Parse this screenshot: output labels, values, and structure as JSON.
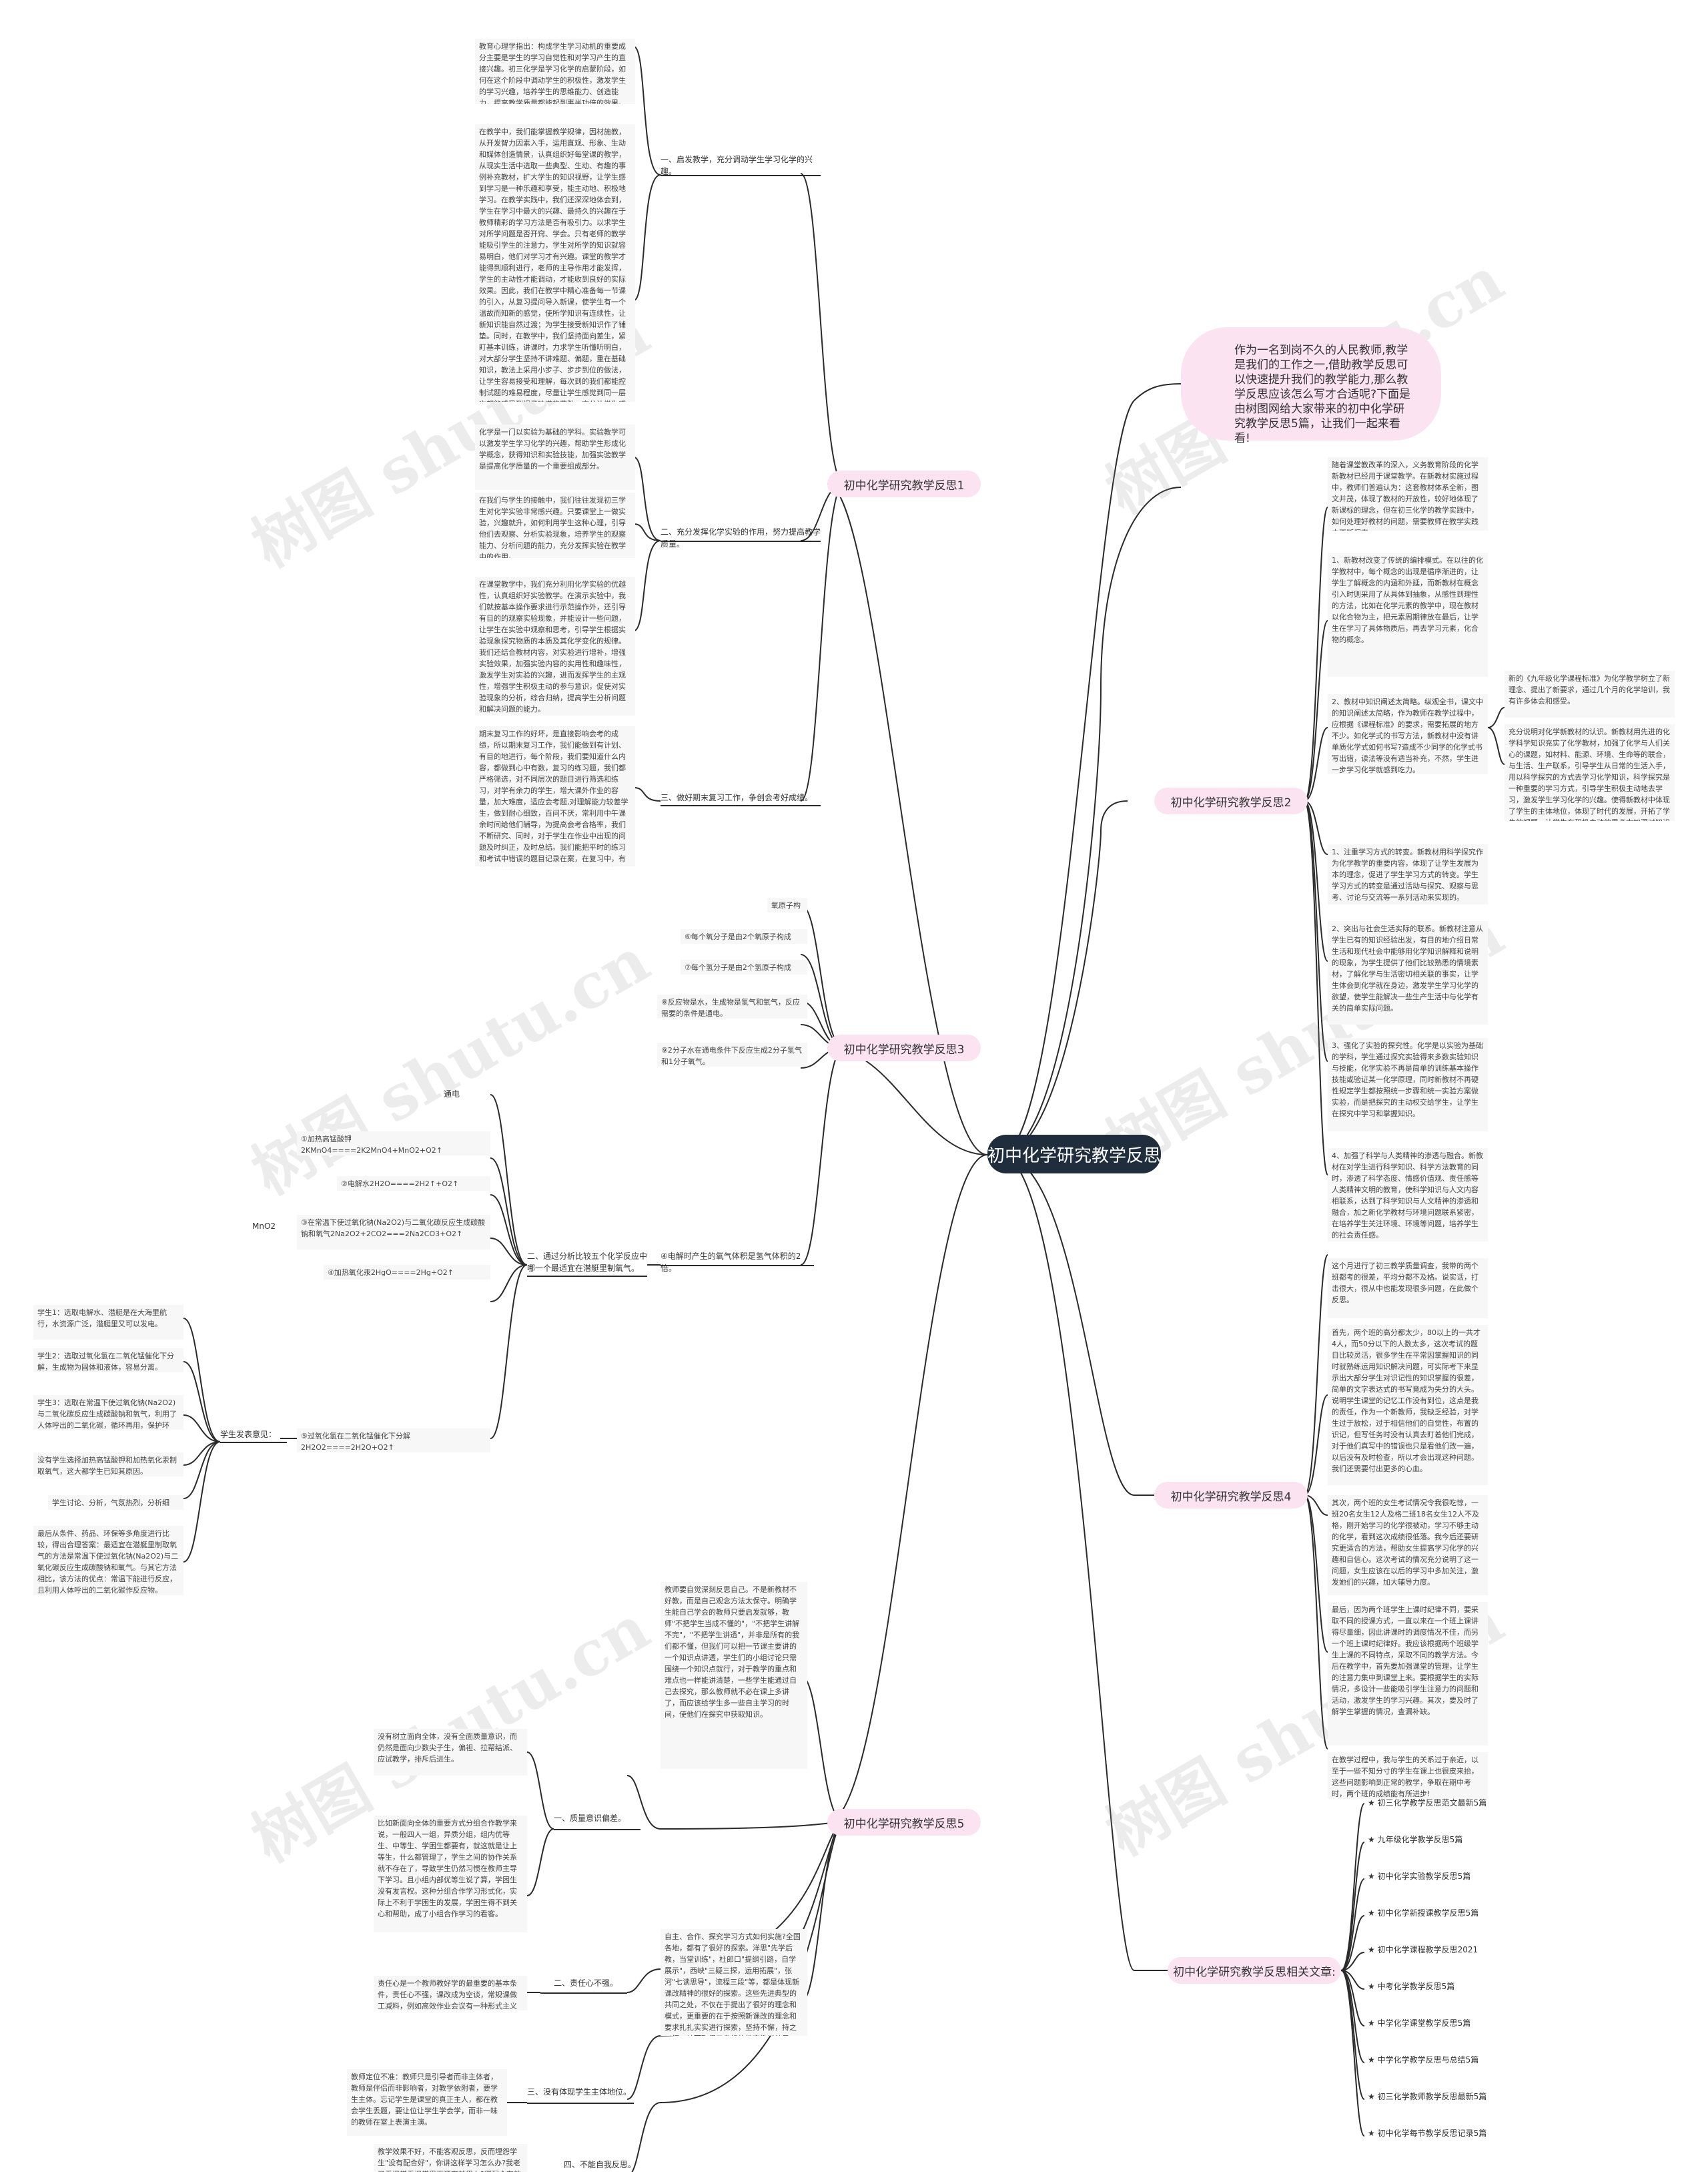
{
  "watermark": "树图 shutu.cn",
  "root": "初中化学研究教学反思",
  "intro": "作为一名到岗不久的人民教师,教学是我们的工作之一,借助教学反思可以快速提升我们的教学能力,那么教学反思应该怎么写才合适呢?下面是由树图网给大家带来的初中化学研究教学反思5篇，让我们一起来看看!",
  "branches": {
    "b1": "初中化学研究教学反思1",
    "b2": "初中化学研究教学反思2",
    "b3": "初中化学研究教学反思3",
    "b4": "初中化学研究教学反思4",
    "b5": "初中化学研究教学反思5",
    "b6": "初中化学研究教学反思相关文章:"
  },
  "r1": {
    "s1_label": "一、启发教学，充分调动学生学习化学的兴趣。",
    "s1_n1": "教育心理学指出：构成学生学习动机的重要成分主要是学生的学习自觉性和对学习产生的直接兴趣。初三化学是学习化学的启蒙阶段，如何在这个阶段中调动学生的积极性，激发学生的学习兴趣，培养学生的思维能力、创造能力，提高教学质量都能起到事半功倍的效果。",
    "s1_n2": "在教学中，我们能掌握教学规律，因材施教，从开发智力因素入手，运用直观、形象、生动和媒体创造情景，认真组织好每堂课的教学，从现实生活中选取一些典型、生动、有趣的事例补充教材，扩大学生的知识视野，让学生感到学习是一种乐趣和享受，能主动地、积极地学习。在教学实践中，我们还深深地体会到，学生在学习中最大的兴趣、最持久的兴趣在于教师精彩的学习方法是否有吸引力。以求学生对所学问题是否开窍、学会。只有老师的教学能吸引学生的注意力，学生对所学的知识就容易明白，他们对学习才有兴趣。课堂的教学才能得到顺利进行，老师的主导作用才能发挥，学生的主动性才能调动，才能收到良好的实际效果。因此，我们在教学中精心准备每一节课的引入，从复习提问导入新课，使学生有一个温故而知新的感觉，使所学知识有连续性，让新知识能自然过渡；为学生接受新知识作了铺垫。同时，在教学中，我们坚持面向差生，紧盯基本训练，讲课时，力求学生听懂听明白，对大部分学生坚持不讲难题、偏题，重在基础知识，教法上采用小步子、步步到位的做法，让学生容易接受和理解，每次到的我们都能控制试题的难易程度，尽量让学生感觉到同一层次都能感受到探子味道的获胜，充分让学生感到学好化学并不是高不可攀的事情，只要肯努力，一定能学好化学。",
    "s2_label": "二、充分发挥化学实验的作用，努力提高教学质量。",
    "s2_n1": "化学是一门以实验为基础的学科。实验教学可以激发学生学习化学的兴趣，帮助学生形成化学概念，获得知识和实验技能，加强实验教学是提高化学质量的一个重要组成部分。",
    "s2_n2": "在我们与学生的接触中，我们往往发现初三学生对化学实验非常感兴趣。只要课堂上一做实验，兴趣就升，如何利用学生这种心理，引导他们去观察、分析实验现象，培养学生的观察能力、分析问题的能力，充分发挥实验在教学中的作用。",
    "s2_n3": "在课堂教学中，我们充分利用化学实验的优越性，认真组织好实验教学。在演示实验中，我们就按基本操作要求进行示范操作外，还引导有目的的观察实验现象，并能设计一些问题，让学生在实验中观察和思考，引导学生根据实验现象探究物质的本质及其化学变化的规律。我们还结合教材内容，对实验进行增补，增强实验效果，加强实验内容的实用性和趣味性，激发学生对实验的兴趣，进而发挥学生的主观性，增强学生积极主动的参与意识，促使对实验现象的分析，综合归纳，提高学生分析问题和解决问题的能力。",
    "s3_label": "三、做好期末复习工作，争创会考好成绩。",
    "s3_n1": "期末复习工作的好坏，是直接影响会考的成绩，所以期末复习工作，我们能做到有计划、有目的地进行，每个阶段，我们要知道什么内容，都做到心中有数，复习的练习题，我们都严格筛选，对不同层次的题目进行筛选和练习，对学有余力的学生，增大课外作业的容量，加大难度，适应会考题,对理解能力较差学生，做到耐心细致，百问不厌，常利用中午课余时间给他们辅导，为提高会考合格率，我们不断研究、同时，对于学生在作业中出现的问题及时纠正，及时总结。我们能把平时的练习和考试中错误的题目记录在案，在复习中，有针对性地进行讲评，使学生对化学知识掌握，做好每次的测验工作，从反馈回来的情况，及时了解学生对知识掌握的情况，做好辅导和改进的措施工作，为全面提高会考成绩而不断地努力。"
  },
  "r2": {
    "n1": "随着课堂教改革的深入，义务教育阶段的化学新教材已经用于课堂教学。在新教材实施过程中，教师们普遍认为：这套教材体系全新，图文并茂，体现了教材的开放性，较好地体现了新课标的理念，但在初三化学的教学实践中，如何处理好教材的问题，需要教师在教学实践中不断探索。",
    "n2": "1、新教材改变了传统的编排模式。在以往的化学教材中，每个概念的出现是循序渐进的，让学生了解概念的内涵和外延，而新教材在概念引入时则采用了从具体到抽象，从感性到理性的方法，比如在化学元素的教学中，现在教材以化合物为主，把元素周期律放在最后，让学生在学习了具体物质后，再去学习元素，化合物的概念。",
    "n3": "2、教材中知识阐述太简略。纵观全书，课文中的知识阐述太简略，作为教师在教学过程中，应根据《课程标准》的要求，需要拓展的地方不少。如化学式的书写方法，新教材中没有讲单质化学式如何书写?造成不少同学的化学式书写出错，读法等没有适当补充，不然，学生进一步学习化学就感到吃力。",
    "n3a": "新的《九年级化学课程标准》为化学教学树立了新理念、提出了新要求，通过几个月的化学培训，我有许多体会和感受。",
    "n3b": "充分说明对化学新教材的认识。新教材用先进的化学科学知识充实了化学教材，加强了化学与人们关心的课题，如材料、能源、环境、生命等的联合，与生活、生产联系，引导学生从日常的生活入手，用以科学探究的方式去学习化学知识，科学探究是一种重要的学习方式，引导学生积极主动地去学习，激发学生学习化学的兴趣。使得新教材中体现了学生的主体地位，体现了时代的发展，开拓了学生的视野，让学生在积极主动的思考中加深对知识的掌握。让学生能灵活地应用所学知识解决实际问题，培养学生的创新精神和实践能力。",
    "n4": "1、注重学习方式的转变。新教材用科学探究作为化学教学的重要内容，体现了让学生发展为本的理念，促进了学生学习方式的转变。学生学习方式的转变是通过活动与探究、观察与思考、讨论与交流等一系列活动来实现的。",
    "n5": "2、突出与社会生活实际的联系。新教材注意从学生已有的知识经验出发，有目的地介绍日常生活和现代社会中能够用化学知识解释和说明的现象，为学生提供了他们比较熟悉的情境素材，了解化学与生活密切相关联的事实，让学生体会到化学就在身边，激发学生学习化学的欲望，使学生能解决一些生产生活中与化学有关的简单实际问题。",
    "n6": "3、强化了实验的探究性。化学是以实验为基础的学科，学生通过探究实验得来多数实验知识与技能，化学实验不再是简单的训练基本操作技能或验证某一化学原理，同时新教材不再硬性规定学生都按照统一步骤和统一实验方案做实验，而是把探究的主动权交给学生，让学生在探究中学习和掌握知识。",
    "n7": "4、加强了科学与人类精神的渗透与融合。新教材在对学生进行科学知识、科学方法教育的同时，渗透了科学态度、情感价值观、责任感等人类精神文明的教育，使科学知识与人文内容相联系，达到了科学知识与人文精神的渗透和融合，加之新化学教材与环境问题联系紧密，在培养学生关注环境、环境等问题，培养学生的社会责任感。"
  },
  "r3": {
    "n_top": "氧原子构成。",
    "n1": "⑥每个氧分子是由2个氧原子构成的。",
    "n2": "⑦每个氢分子是由2个氢原子构成的。",
    "n3": "⑧反应物是水，生成物是氢气和氧气，反应需要的条件是通电。",
    "n4": "⑨2分子水在通电条件下反应生成2分子氢气和1分子氧气。",
    "s2_label": "二、通过分析比较五个化学反应中哪一个最适宜在潜艇里制氧气。",
    "s2_c1": "④电解时产生的氧气体积是氢气体积的2倍。",
    "opt_top": "通电",
    "opt1": "①加热高锰酸钾2KMnO4====2K2MnO4+MnO2+O2↑",
    "opt2": "②电解水2H2O====2H2↑+O2↑",
    "opt3": "③在常温下使过氧化钠(Na2O2)与二氧化碳反应生成碳酸钠和氧气2Na2O2+2CO2===2Na2CO3+O2↑",
    "opt4": "④加热氧化汞2HgO====2Hg+O2↑",
    "mno2": "MnO2",
    "opt5": "⑤过氧化氢在二氧化锰催化下分解2H2O2====2H2O+O2↑",
    "student": "学生发表意见：",
    "st1": "学生1：选取电解水、潜艇是在大海里航行，水资源广泛，潜艇里又可以发电。",
    "st2": "学生2：选取过氧化氢在二氧化锰催化下分解，生成物为固体和液体，容易分离。",
    "st3": "学生3：选取在常温下使过氧化钠(Na2O2)与二氧化碳反应生成碳酸钠和氧气，利用了人体呼出的二氧化碳，循环再用，保护环境。",
    "st4": "没有学生选择加热高锰酸钾和加热氧化汞制取氧气，这大都学生已知其原因。",
    "st5": "学生讨论、分析，气氛热烈，分析细致。",
    "st6": "最后从条件、药品、环保等多角度进行比较，得出合理答案：最适宜在潜艇里制取氧气的方法是常温下使过氧化钠(Na2O2)与二氧化碳反应生成碳酸钠和氧气。与其它方法相比，该方法的优点：常温下能进行反应，且利用人体呼出的二氧化碳作反应物。"
  },
  "r4": {
    "n1": "这个月进行了初三教学质量调查，我带的两个班都考的很差，平均分都不及格。说实话，打击很大，很从中也能发现很多问题，在此做个反思。",
    "n2": "首先，两个班的高分都太少，80以上的一共才4人，而50分以下的人数太多，这次考试的题目比较灵活，很多学生在平常因掌握知识的同时就熟练运用知识解决问题，可实际考下来显示出大部分学生对识记性的知识掌握的很差，简单的文字表达式的书写竟成为失分的大头。说明学生课堂的记忆工作没有到位，这点是我的责任，作为一个新教师，我缺乏经验，对学生过于放松，过于相信他们的自觉性，布置的识记，但写任务时没有认真去盯着他们完成，对于他们真写中的错误也只是看他们改一遍，以后没有及时检查，所以才会出现这种问题。我们还需要付出更多的心血。",
    "n3": "其次，两个班的女生考试情况令我很吃惊，一班20名女生12人及格二班18名女生12人不及格，刚开始学习的化学很被动，学习不够主动的化学，看到这次成绩很低落。我今后还要研究更适合的方法，帮助女生提高学习化学的兴趣和自信心。这次考试的情况充分说明了这一问题，女生应该在以后的学习中多加关注，激发她们的兴趣，加大辅导力度。",
    "n4": "最后，因为两个班学生上课时纪律不同，要采取不同的授课方式，一直以来在一个班上课讲得尽量细，因此讲课时的调度情况不佳，而另一个班上课时纪律好。我应该根据两个班级学生上课的不同特点，采取不同的教学方法。今后在教学中，首先要加强课堂的管理，让学生的注意力集中到课堂上来。要根据学生的实际情况，多设计一些能吸引学生注意力的问题和活动，激发学生的学习兴趣。其次，要及时了解学生掌握的情况，查漏补缺。",
    "n5": "在教学过程中，我与学生的关系过于亲近，以至于一些不知分寸的学生在课上也很皮来抬，这些问题影响到正常的教学，争取在期中考时，两个班的成绩能有所进步!"
  },
  "r5": {
    "n_intro": "教师要自觉深刻反思自己。不是新教材不好教，而是自己观念方法太保守。明确学生能自己学会的教师只要启发就够，教师\"不把学生当成不懂的\"，\"不把学生讲解不完\"，\"不把学生讲透\"，并非是所有的我们都不懂，但我们可以把一节课主要讲的一个知识点讲透，学生们的小组讨论只需围绕一个知识点就行，对于教学的重点和难点也一样能讲清楚，一些学生能通过自己去探究，那么教师就不必在课上多讲了，而应该给学生多一些自主学习的时间，使他们在探究中获取知识。",
    "s1_label": "一、质量意识偏差。",
    "s1_n1": "没有树立面向全体，没有全面质量意识，而仍然是面向少数尖子生，偏袒、拉帮结派、应试教学，排斥后进生。",
    "s1_n2": "比如新面向全体的重要方式分组合作教学来说，一般四人一组，异质分组，组内优等生、中等生、学困生都要有，就这就是让上等生，什么都管理了，学生之间的协作关系就不存在了，导致学生仍然习惯在教师主导下学习。且小组内部优等生说了算，学困生没有发言权。这种分组合作学习形式化，实际上不利于学困生的发展，学困生得不到关心和帮助，成了小组合作学习的看客。",
    "s2_label": "二、责任心不强。",
    "s2_n1": "责任心是一个教师教好学的最重要的基本条件，责任心不强，课改成为空谈，常规课做工减料，例如高效作业会议有一种形式主义的认识。",
    "s3_label": "三、没有体现学生主体地位。",
    "s3_n1": "教师定位不准：教师只是引导者而非主体者，教师是伴侣而非影响者，对教学依附者，要学生主体。忘记学生是课堂的真正主人，都在教会学生丢题，要让位让学生学会学，而非一味的教师在室上表演主演。",
    "s4_label": "四、不能自我反思。",
    "s4_n1": "教学效果不好，不能客观反思，反而埋怨学生\"没有配合好\"，你讲这样学习怎么办?我老了看课堂看课堂里面还有效果么?哪配合有效学生，就是我自己，不是学生配合教师，而是教师服务学生。",
    "s5_n1": "自主、合作、探究学习方式如何实施?全国各地，都有了很好的探索。洋思\"先学后教，当堂训练\"，杜郎口\"提纲引路，自学展示\"，西峡\"三疑三探，运用拓展\"，张河\"七读思导\"，流程三段\"等，都是体现新课改精神的很好的探索。这些先进典型的共同之处，不仅在于提出了很好的理念和模式，更重要的在于按照新课改的理念和要求扎扎实实进行探索，坚持不懈，持之以恒，从而取得了良好的教育教学效果。"
  },
  "r6": {
    "items": [
      "★ 初三化学教学反思范文最新5篇",
      "★ 九年级化学教学反思5篇",
      "★ 初中化学实验教学反思5篇",
      "★ 初中化学新授课教学反思5篇",
      "★ 初中化学课程教学反思2021",
      "★ 中考化学教学反思5篇",
      "★ 中学化学课堂教学反思5篇",
      "★ 中学化学教学反思与总结5篇",
      "★ 初三化学教师教学反思最新5篇",
      "★ 初中化学每节教学反思记录5篇"
    ]
  }
}
